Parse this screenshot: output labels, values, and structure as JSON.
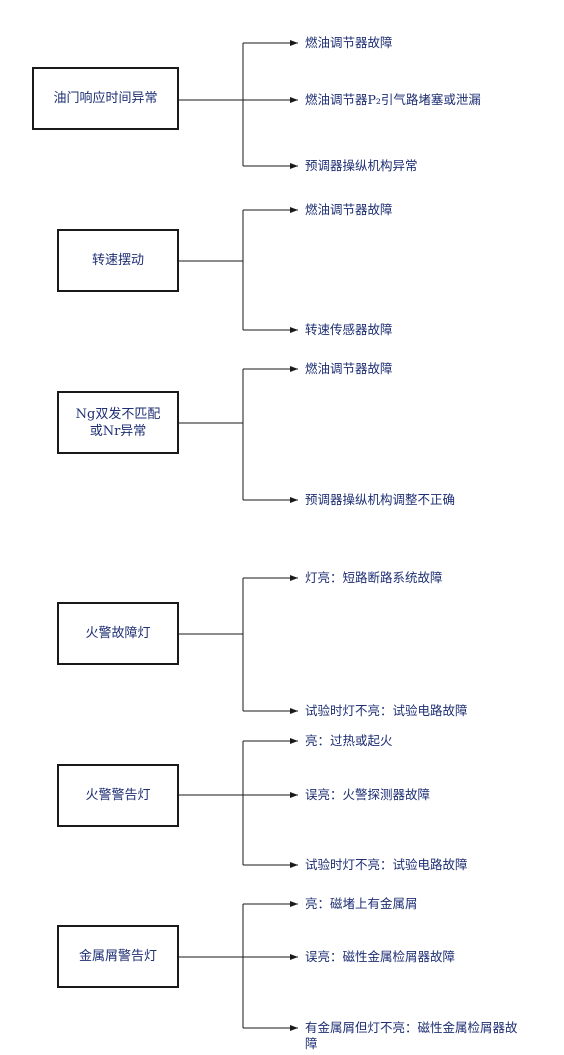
{
  "groups": [
    {
      "cause": "油门响应时间异常",
      "items": [
        "燃油调节器故障",
        "燃油调节器P₂引气路堵塞或泄漏",
        "预调器操纵机构异常"
      ]
    },
    {
      "cause": "转速摆动",
      "items": [
        "燃油调节器故障",
        "转速传感器故障"
      ]
    },
    {
      "cause_line1": "Ng双发不匹配",
      "cause_line2": "或Nr异常",
      "items": [
        "燃油调节器故障",
        "预调器操纵机构调整不正确"
      ]
    },
    {
      "cause": "火警故障灯",
      "items": [
        "灯亮：短路断路系统故障",
        "试验时灯不亮：试验电路故障"
      ]
    },
    {
      "cause": "火警警告灯",
      "items": [
        "亮：过热或起火",
        "误亮：火警探测器故障",
        "试验时灯不亮：试验电路故障"
      ]
    },
    {
      "cause": "金属屑警告灯",
      "items": [
        "亮：磁堵上有金属屑",
        "误亮：磁性金属检屑器故障",
        "有金属屑但灯不亮：磁性金属检屑器故障"
      ]
    }
  ]
}
